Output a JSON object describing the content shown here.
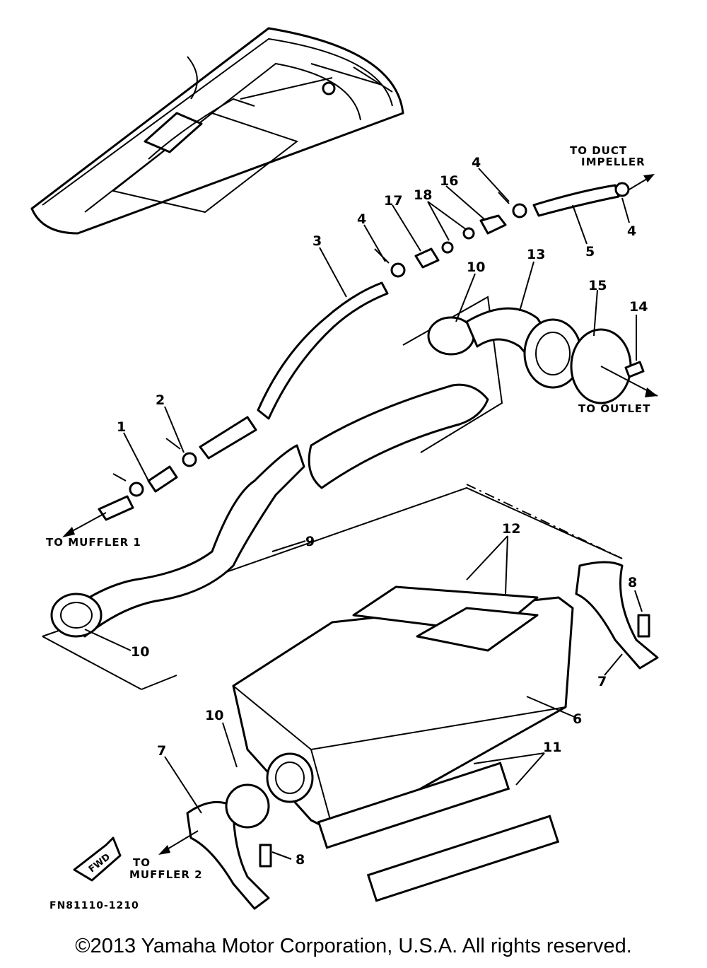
{
  "diagram": {
    "figure_code": "FN81110-1210",
    "copyright": "©2013 Yamaha Motor Corporation, U.S.A. All rights reserved.",
    "callouts": {
      "c1": "1",
      "c2": "2",
      "c3": "3",
      "c4a": "4",
      "c4b": "4",
      "c4c": "4",
      "c5": "5",
      "c6": "6",
      "c7a": "7",
      "c7b": "7",
      "c8a": "8",
      "c8b": "8",
      "c9": "9",
      "c10a": "10",
      "c10b": "10",
      "c10c": "10",
      "c11": "11",
      "c12": "12",
      "c13": "13",
      "c14": "14",
      "c15": "15",
      "c16": "16",
      "c17": "17",
      "c18": "18"
    },
    "annotations": {
      "to_duct": "TO DUCT",
      "impeller": "IMPELLER",
      "to_outlet": "TO OUTLET",
      "to_muffler_1": "TO MUFFLER 1",
      "to": "TO",
      "muffler_2": "MUFFLER 2",
      "fwd": "FWD"
    }
  }
}
